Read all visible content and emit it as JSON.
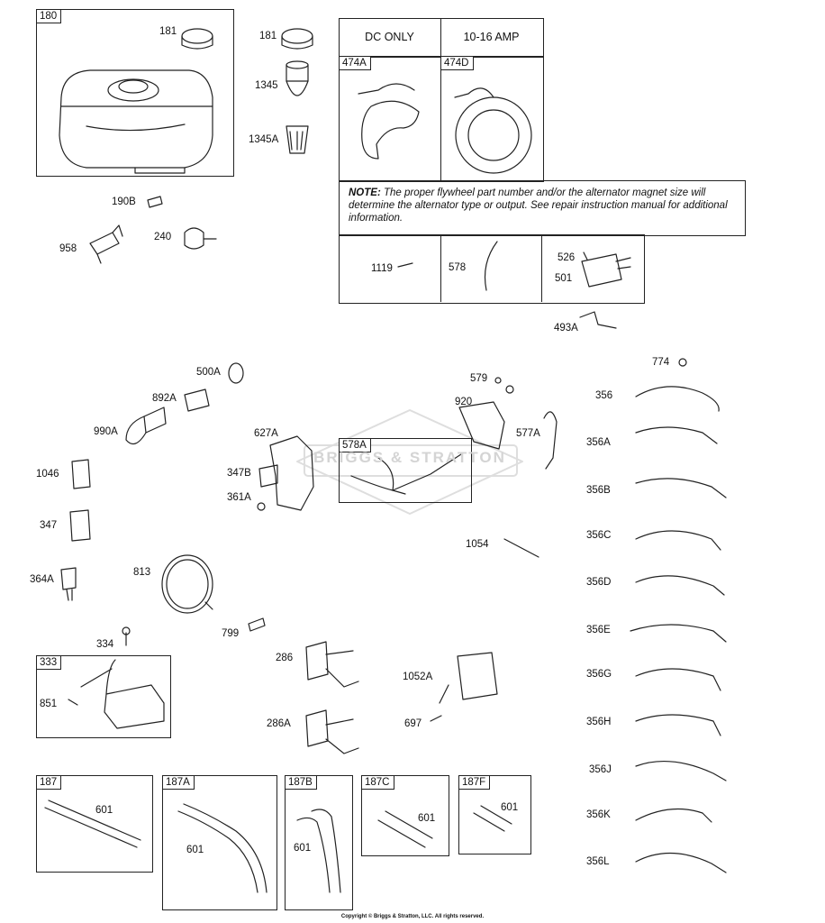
{
  "header": {
    "dc_only": "DC ONLY",
    "amp": "10-16 AMP"
  },
  "note": {
    "prefix": "NOTE:",
    "text": "The proper flywheel part number and/or the alternator magnet size will determine the alternator type or output. See repair instruction manual for additional information."
  },
  "watermark": "BRIGGS & STRATTON",
  "copyright": "Copyright © Briggs & Stratton, LLC. All rights reserved.",
  "box_tags": {
    "b180": "180",
    "b474a": "474A",
    "b474d": "474D",
    "b578a": "578A",
    "b333": "333",
    "b187": "187",
    "b187a": "187A",
    "b187b": "187B",
    "b187c": "187C",
    "b187f": "187F"
  },
  "labels": {
    "p181a": "181",
    "p181b": "181",
    "p1345": "1345",
    "p1345a": "1345A",
    "p190b": "190B",
    "p958": "958",
    "p240": "240",
    "p1119": "1119",
    "p578": "578",
    "p526": "526",
    "p501": "501",
    "p493a": "493A",
    "p500a": "500A",
    "p892a": "892A",
    "p990a": "990A",
    "p627a": "627A",
    "p347b": "347B",
    "p361a": "361A",
    "p1046": "1046",
    "p347": "347",
    "p364a": "364A",
    "p813": "813",
    "p799": "799",
    "p334": "334",
    "p851": "851",
    "p579": "579",
    "p920": "920",
    "p577a": "577A",
    "p1054": "1054",
    "p286": "286",
    "p286a": "286A",
    "p1052a": "1052A",
    "p697": "697",
    "p774": "774",
    "p356": "356",
    "p356a": "356A",
    "p356b": "356B",
    "p356c": "356C",
    "p356d": "356D",
    "p356e": "356E",
    "p356g": "356G",
    "p356h": "356H",
    "p356j": "356J",
    "p356k": "356K",
    "p356l": "356L",
    "p601a": "601",
    "p601b": "601",
    "p601c": "601",
    "p601d": "601",
    "p601e": "601"
  }
}
